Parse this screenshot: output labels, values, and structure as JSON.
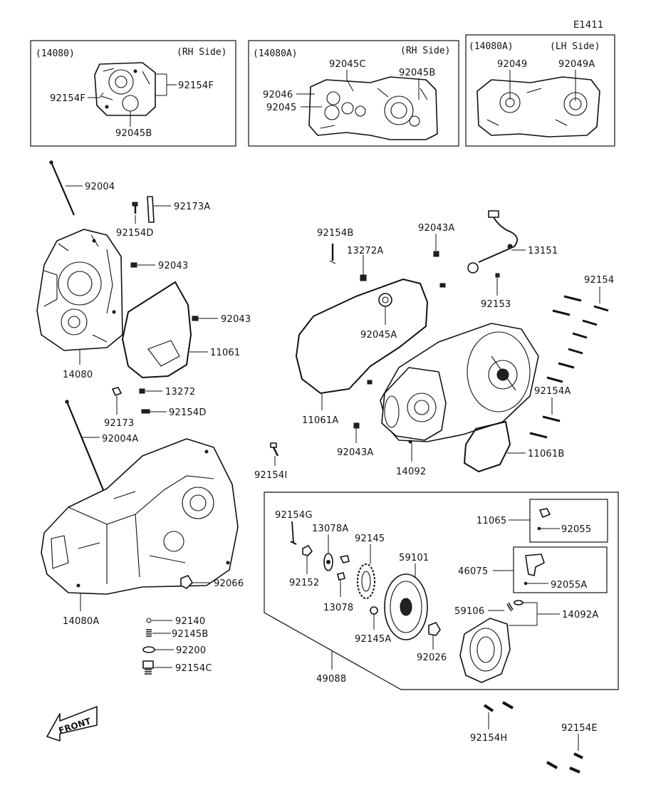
{
  "diagram_code": "E1411",
  "inset_boxes": [
    {
      "ref": "(14080)",
      "side": "(RH Side)"
    },
    {
      "ref": "(14080A)",
      "side": "(RH Side)"
    },
    {
      "ref": "(14080A)",
      "side": "(LH Side)"
    }
  ],
  "front_label": "FRONT",
  "labels": {
    "p92154F_a": "92154F",
    "p92154F_b": "92154F",
    "p92045B_a": "92045B",
    "p92045C": "92045C",
    "p92045B_b": "92045B",
    "p92046": "92046",
    "p92045": "92045",
    "p92049": "92049",
    "p92049A": "92049A",
    "p92004": "92004",
    "p92173A": "92173A",
    "p92154D_a": "92154D",
    "p92043_a": "92043",
    "p92043_b": "92043",
    "p11061": "11061",
    "p14080": "14080",
    "p13272": "13272",
    "p92173": "92173",
    "p92154D_b": "92154D",
    "p92004A": "92004A",
    "p92154I": "92154I",
    "p92066": "92066",
    "p14080A": "14080A",
    "p92140": "92140",
    "p92145B": "92145B",
    "p92200": "92200",
    "p92154C": "92154C",
    "p92154B": "92154B",
    "p13272A": "13272A",
    "p92043A_a": "92043A",
    "p13151": "13151",
    "p92153": "92153",
    "p92154": "92154",
    "p92045A": "92045A",
    "p11061A": "11061A",
    "p92154A": "92154A",
    "p92043A_b": "92043A",
    "p14092": "14092",
    "p11061B": "11061B",
    "p92154G": "92154G",
    "p13078A": "13078A",
    "p92145": "92145",
    "p59101": "59101",
    "p11065": "11065",
    "p92055": "92055",
    "p46075": "46075",
    "p92055A": "92055A",
    "p92152": "92152",
    "p13078": "13078",
    "p92145A": "92145A",
    "p59106": "59106",
    "p14092A": "14092A",
    "p92026": "92026",
    "p49088": "49088",
    "p92154H": "92154H",
    "p92154E": "92154E"
  }
}
